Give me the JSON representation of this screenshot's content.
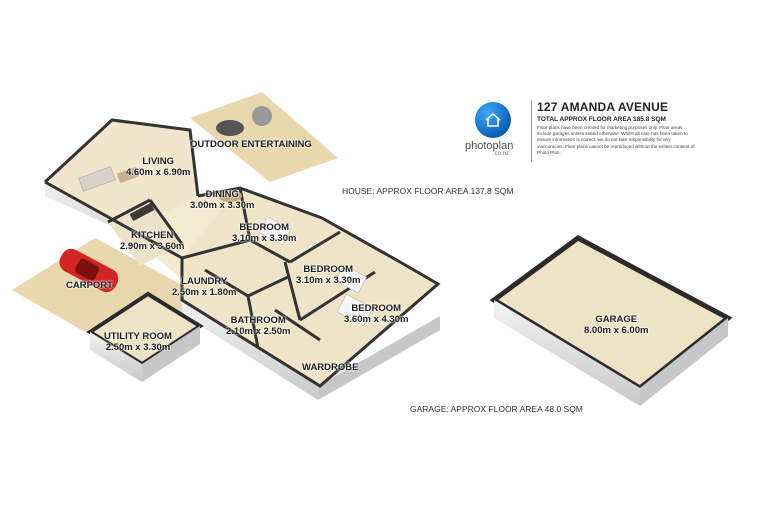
{
  "header": {
    "address": "127 AMANDA AVENUE",
    "total_area": "TOTAL APPROX FLOOR AREA 185.8 SQM",
    "disclaimer": "Floor plans have been created for marketing purposes only. Floor areas include garages unless stated otherwise. Whilst all care has been taken to ensure information is correct, we do not take responsibility for any inaccuracies. Floor plans cannot be reproduced without the written consent of Photo Plan.",
    "logo_text": "photoplan",
    "logo_sub": ".co.nz"
  },
  "notes": {
    "house_area": "HOUSE: APPROX FLOOR AREA 137.8 SQM",
    "garage_area": "GARAGE: APPROX FLOOR AREA 48.0 SQM"
  },
  "rooms": {
    "living": {
      "name": "LIVING",
      "size": "4.60m x 6.90m"
    },
    "outdoor": {
      "name": "OUTDOOR ENTERTAINING"
    },
    "dining": {
      "name": "DINING",
      "size": "3.00m x 3.30m"
    },
    "kitchen": {
      "name": "KITCHEN",
      "size": "2.90m x 3.60m"
    },
    "bedroom1": {
      "name": "BEDROOM",
      "size": "3.10m x 3.30m"
    },
    "bedroom2": {
      "name": "BEDROOM",
      "size": "3.10m x 3.30m"
    },
    "bedroom3": {
      "name": "BEDROOM",
      "size": "3.60m x 4.30m"
    },
    "laundry": {
      "name": "LAUNDRY",
      "size": "2.50m x 1.80m"
    },
    "bathroom": {
      "name": "BATHROOM",
      "size": "2.10m x 2.50m"
    },
    "wardrobe": {
      "name": "WARDROBE"
    },
    "carport": {
      "name": "CARPORT"
    },
    "utility": {
      "name": "UTILITY ROOM",
      "size": "2.50m x 3.30m"
    },
    "garage": {
      "name": "GARAGE",
      "size": "8.00m x 6.00m"
    }
  },
  "colors": {
    "floor": "#efe3c6",
    "deck": "#e6d2a6",
    "wall_top": "#2b2b2b",
    "wall_side": "#dcdcdc",
    "car": "#d42323",
    "logo": "#1477d4"
  }
}
